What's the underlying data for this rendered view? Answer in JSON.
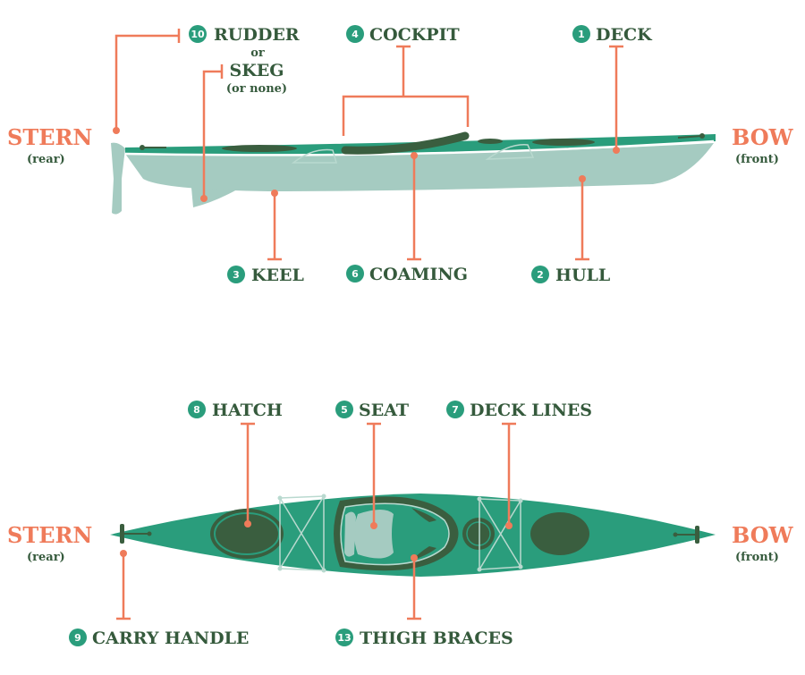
{
  "colors": {
    "deck": "#2a9d7c",
    "hull": "#a5cbc1",
    "dark": "#3a5e3f",
    "accent": "#ef7b5a",
    "label": "#355a3c"
  },
  "side_view": {
    "stern": {
      "title": "STERN",
      "sub": "(rear)"
    },
    "bow": {
      "title": "BOW",
      "sub": "(front)"
    },
    "parts": [
      {
        "num": "10",
        "label": "RUDDER",
        "or": "or",
        "alt": "SKEG",
        "alt_sub": "(or none)"
      },
      {
        "num": "4",
        "label": "COCKPIT"
      },
      {
        "num": "1",
        "label": "DECK"
      },
      {
        "num": "3",
        "label": "KEEL"
      },
      {
        "num": "6",
        "label": "COAMING"
      },
      {
        "num": "2",
        "label": "HULL"
      }
    ]
  },
  "top_view": {
    "stern": {
      "title": "STERN",
      "sub": "(rear)"
    },
    "bow": {
      "title": "BOW",
      "sub": "(front)"
    },
    "parts": [
      {
        "num": "8",
        "label": "HATCH"
      },
      {
        "num": "5",
        "label": "SEAT"
      },
      {
        "num": "7",
        "label": "DECK LINES"
      },
      {
        "num": "9",
        "label": "CARRY HANDLE"
      },
      {
        "num": "13",
        "label": "THIGH BRACES"
      }
    ]
  }
}
